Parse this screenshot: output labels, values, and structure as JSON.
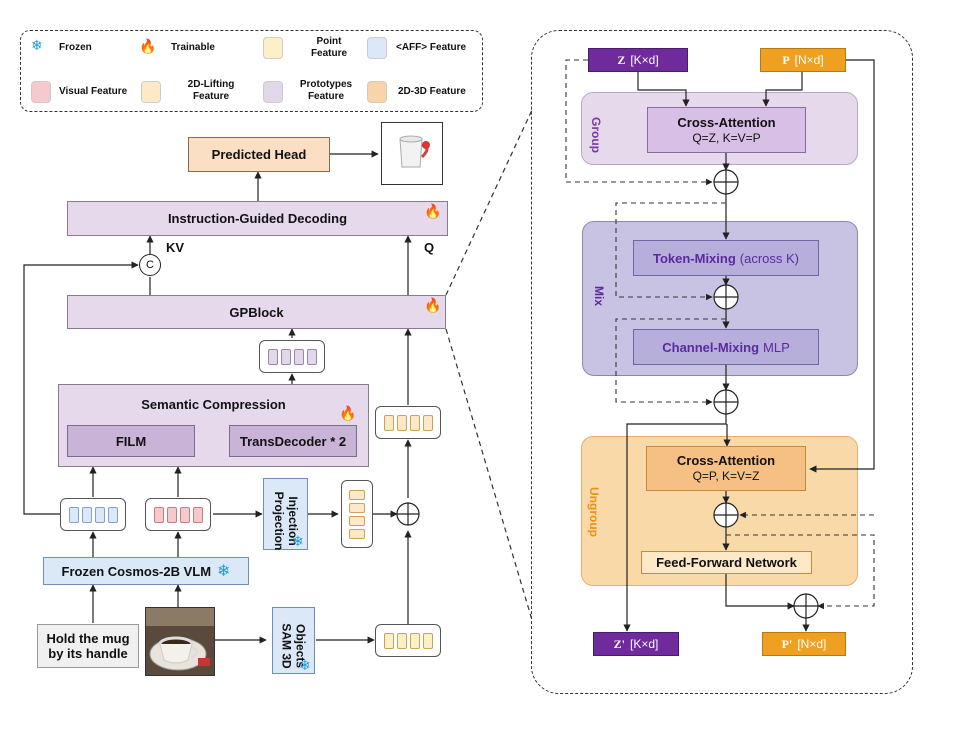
{
  "legend": {
    "frozen": "Frozen",
    "trainable": "Trainable",
    "point_feature": "Point Feature",
    "aff_feature": "<AFF> Feature",
    "visual_feature": "Visual Feature",
    "lifting_feature": "2D-Lifting Feature",
    "prototypes_feature": "Prototypes Feature",
    "feature_2d3d": "2D-3D Feature"
  },
  "left": {
    "predicted_head": "Predicted Head",
    "decoding": "Instruction-Guided Decoding",
    "kv": "KV",
    "q": "Q",
    "concat": "C",
    "gpblock": "GPBlock",
    "semantic_compression": "Semantic Compression",
    "film": "FILM",
    "transdecoder": "TransDecoder * 2",
    "injection_projection": "Injection Projection",
    "vlm": "Frozen Cosmos-2B VLM",
    "instruction": "Hold the mug by its handle",
    "sam": "Objects SAM 3D"
  },
  "right": {
    "z_in_sym": "Z",
    "z_in_dim": "[K×d]",
    "p_in_sym": "P",
    "p_in_dim": "[N×d]",
    "group_label": "Group",
    "ca1_title": "Cross-Attention",
    "ca1_sub": "Q=Z, K=V=P",
    "mix_label": "Mix",
    "token_mixing": "Token-Mixing",
    "token_mixing_suffix": "(across K)",
    "channel_mixing": "Channel-Mixing",
    "channel_mixing_suffix": "MLP",
    "ungroup_label": "Ungroup",
    "ca2_title": "Cross-Attention",
    "ca2_sub": "Q=P, K=V=Z",
    "ffn": "Feed-Forward Network",
    "z_out_sym": "Z'",
    "z_out_dim": "[K×d]",
    "p_out_sym": "P'",
    "p_out_dim": "[N×d]"
  },
  "colors": {
    "frozen_blue": "#dbe8f7",
    "visual_pink": "#f6c9cc",
    "point_yellow": "#fdf0c6",
    "lifting_yellow": "#fde9c8",
    "proto_purple": "#e3d8ea",
    "feature2d3d_orange": "#f9d4a8",
    "group_bg": "#e6d9ec",
    "mix_bg": "#c9c3e3",
    "ungroup_bg": "#fad9a8",
    "z_purple": "#6f2a9c",
    "p_orange": "#f0a020"
  }
}
